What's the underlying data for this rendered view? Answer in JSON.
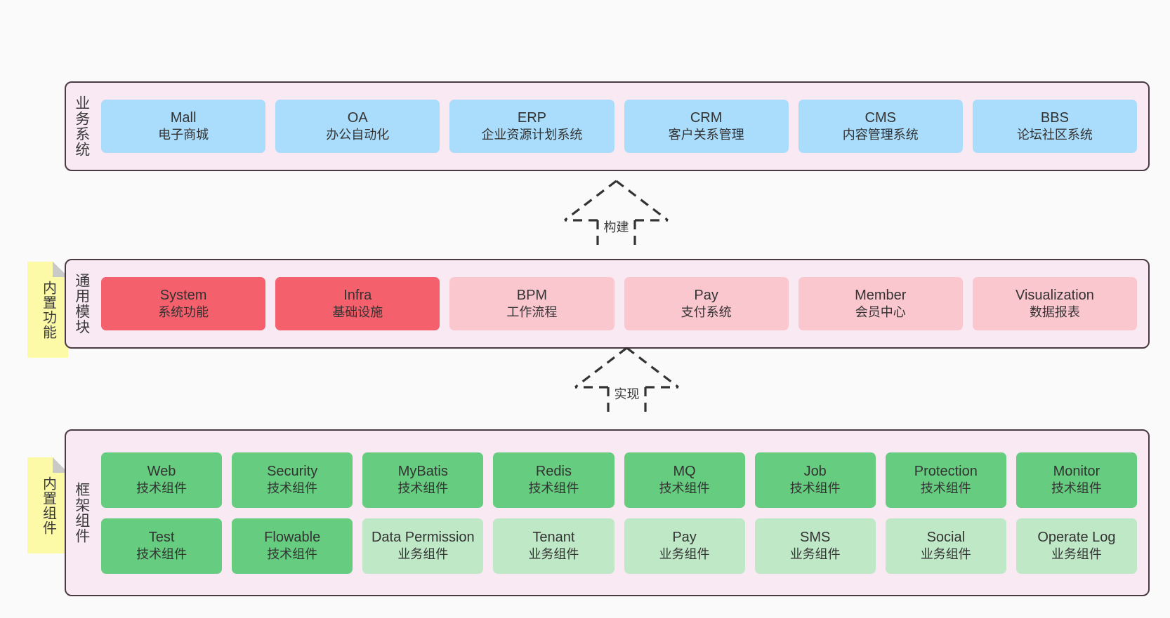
{
  "diagram": {
    "background_color": "#fafafa",
    "layer_bg_color": "#f8e9f3",
    "layer_border_color": "#4a3a42",
    "note_color": "#fcfaa6"
  },
  "layers": [
    {
      "id": "business",
      "title": "业务系统",
      "node_color": "#aadcfb",
      "nodes": [
        {
          "name": "Mall",
          "desc": "电子商城"
        },
        {
          "name": "OA",
          "desc": "办公自动化"
        },
        {
          "name": "ERP",
          "desc": "企业资源计划系统"
        },
        {
          "name": "CRM",
          "desc": "客户关系管理"
        },
        {
          "name": "CMS",
          "desc": "内容管理系统"
        },
        {
          "name": "BBS",
          "desc": "论坛社区系统"
        }
      ]
    },
    {
      "id": "common",
      "title": "通用模块",
      "note": "内置功能",
      "node_color_primary": "#f4606c",
      "node_color_secondary": "#fbc7cf",
      "nodes": [
        {
          "name": "System",
          "desc": "系统功能",
          "emphasis": true
        },
        {
          "name": "Infra",
          "desc": "基础设施",
          "emphasis": true
        },
        {
          "name": "BPM",
          "desc": "工作流程",
          "emphasis": false
        },
        {
          "name": "Pay",
          "desc": "支付系统",
          "emphasis": false
        },
        {
          "name": "Member",
          "desc": "会员中心",
          "emphasis": false
        },
        {
          "name": "Visualization",
          "desc": "数据报表",
          "emphasis": false
        }
      ]
    },
    {
      "id": "framework",
      "title": "框架组件",
      "note": "内置组件",
      "node_color_tech": "#66cc7f",
      "node_color_biz": "#bfe8c7",
      "rows": [
        [
          {
            "name": "Web",
            "desc": "技术组件"
          },
          {
            "name": "Security",
            "desc": "技术组件"
          },
          {
            "name": "MyBatis",
            "desc": "技术组件"
          },
          {
            "name": "Redis",
            "desc": "技术组件"
          },
          {
            "name": "MQ",
            "desc": "技术组件"
          },
          {
            "name": "Job",
            "desc": "技术组件"
          },
          {
            "name": "Protection",
            "desc": "技术组件"
          },
          {
            "name": "Monitor",
            "desc": "技术组件"
          }
        ],
        [
          {
            "name": "Test",
            "desc": "技术组件"
          },
          {
            "name": "Flowable",
            "desc": "技术组件"
          },
          {
            "name": "Data Permission",
            "desc": "业务组件"
          },
          {
            "name": "Tenant",
            "desc": "业务组件"
          },
          {
            "name": "Pay",
            "desc": "业务组件"
          },
          {
            "name": "SMS",
            "desc": "业务组件"
          },
          {
            "name": "Social",
            "desc": "业务组件"
          },
          {
            "name": "Operate Log",
            "desc": "业务组件"
          }
        ]
      ]
    }
  ],
  "relations": [
    {
      "id": "build",
      "label": "构建",
      "style": "dashed-open-arrow-up"
    },
    {
      "id": "implement",
      "label": "实现",
      "style": "dashed-open-arrow-up"
    }
  ]
}
